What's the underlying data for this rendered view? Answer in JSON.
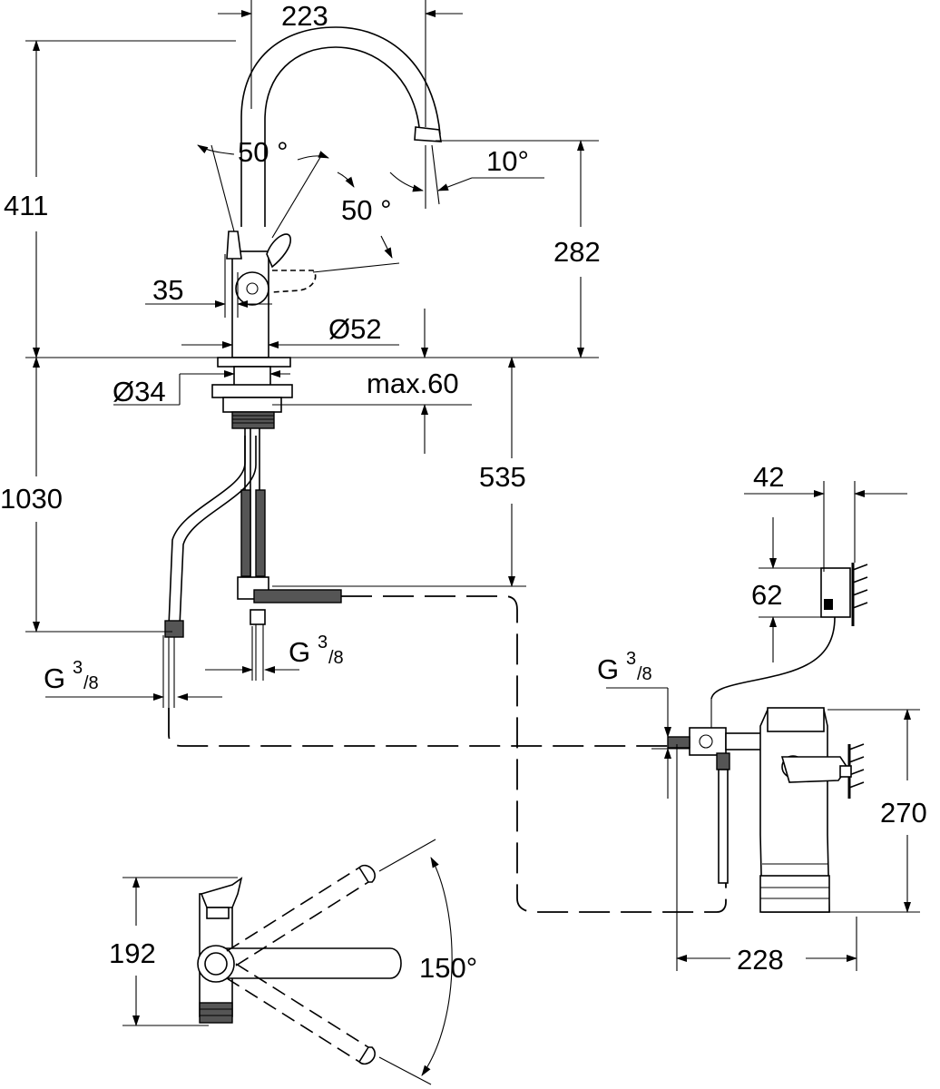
{
  "dimensions": {
    "spout_reach": "223",
    "total_height": "411",
    "handle_angle_1": "50 °",
    "handle_angle_2": "50 °",
    "spout_angle": "10°",
    "spout_height": "282",
    "handle_offset": "35",
    "base_diameter": "Ø52",
    "hole_diameter": "Ø34",
    "max_deck_thickness": "max.60",
    "hose_length": "1030",
    "connection_height": "535",
    "control_depth": "42",
    "control_height": "62",
    "filter_height": "270",
    "filter_width": "228",
    "top_view_width": "192",
    "swivel_angle": "150°"
  },
  "threads": {
    "thread_main": "G",
    "thread_sup": "3",
    "thread_sub": "/8"
  }
}
